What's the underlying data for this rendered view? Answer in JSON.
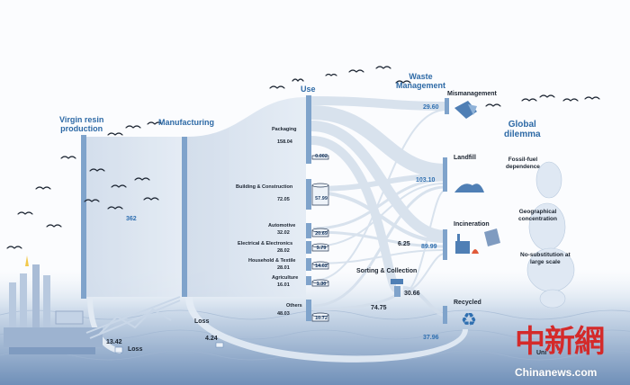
{
  "stages": {
    "virgin": "Virgin resin\nproduction",
    "manufacturing": "Manufacturing",
    "use": "Use",
    "waste": "Waste\nManagement",
    "global": "Global\ndilemma"
  },
  "values": {
    "virgin_total": "362",
    "virgin_loss_value": "13.42",
    "virgin_loss_label": "Loss",
    "manufacturing_loss_label": "Loss",
    "manufacturing_loss_value": "4.24",
    "sorting_label": "Sorting & Collection",
    "sorting_in": "74.75",
    "sorting_out": "30.66",
    "incin_side": "6.25",
    "recycled_out": "37.96"
  },
  "categories": [
    {
      "name": "Packaging",
      "value": "158.04",
      "stock": "0.002"
    },
    {
      "name": "Building & Construction",
      "value": "72.05",
      "stock": "57.99"
    },
    {
      "name": "Automotive",
      "value": "32.02",
      "stock": "20.69"
    },
    {
      "name": "Electrical & Electronics",
      "value": "28.02",
      "stock": "9.79"
    },
    {
      "name": "Household & Textile",
      "value": "28.01",
      "stock": "14.62"
    },
    {
      "name": "Agriculture",
      "value": "16.01",
      "stock": "1.30"
    },
    {
      "name": "Others",
      "value": "48.03",
      "stock": "10.72"
    }
  ],
  "destinations": [
    {
      "name": "Mismanagement",
      "value": "29.60"
    },
    {
      "name": "Landfill",
      "value": "103.10"
    },
    {
      "name": "Incineration",
      "value": "89.99"
    },
    {
      "name": "Recycled",
      "value": ""
    }
  ],
  "dilemma": [
    "Fossil-fuel\ndependence",
    "Geographical\nconcentration",
    "No-substitution at\nlarge scale"
  ],
  "partial_text": "Uni",
  "watermark": {
    "cn": "中新網",
    "en": "Chinanews.com"
  }
}
